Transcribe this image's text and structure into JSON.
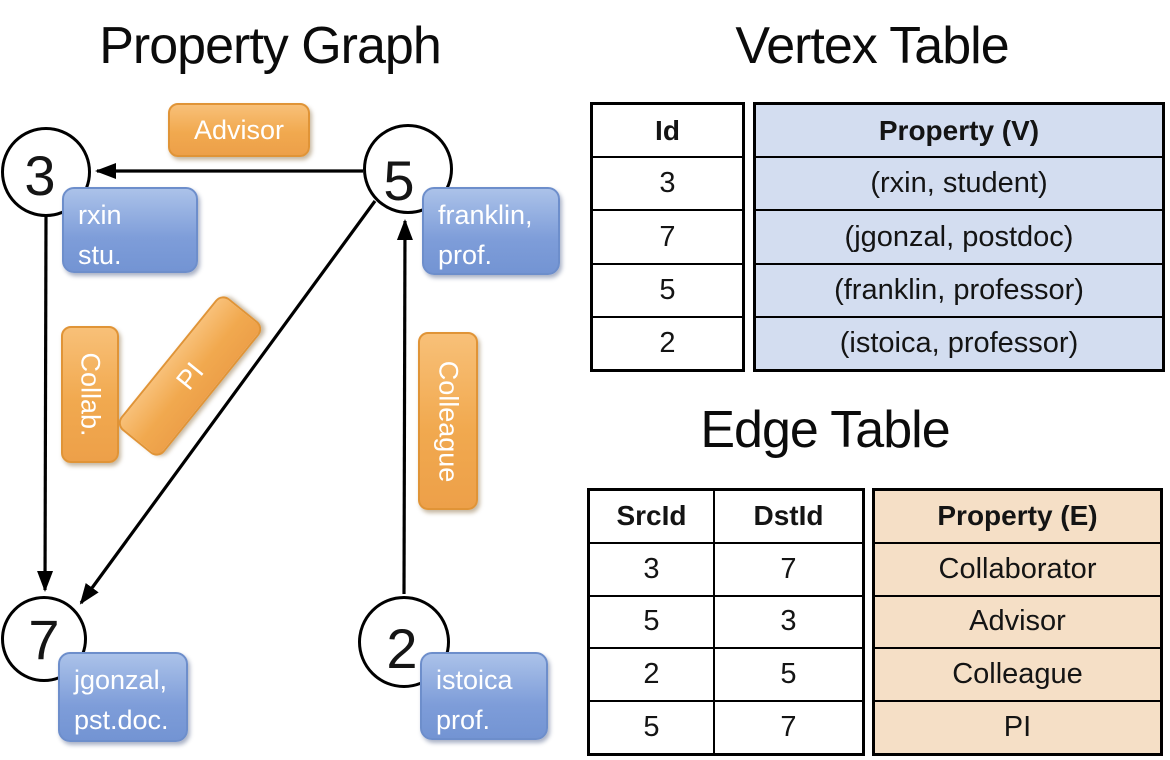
{
  "graph": {
    "title": "Property Graph",
    "nodes": [
      {
        "id": "3",
        "label_lines": [
          "rxin",
          "stu."
        ]
      },
      {
        "id": "5",
        "label_lines": [
          "franklin,",
          "prof."
        ]
      },
      {
        "id": "7",
        "label_lines": [
          "jgonzal,",
          "pst.doc."
        ]
      },
      {
        "id": "2",
        "label_lines": [
          "istoica",
          "prof."
        ]
      }
    ],
    "edge_labels": [
      {
        "name": "advisor",
        "text": "Advisor"
      },
      {
        "name": "collab",
        "text": "Collab."
      },
      {
        "name": "pi",
        "text": "PI"
      },
      {
        "name": "colleague",
        "text": "Colleague"
      }
    ]
  },
  "vertex_table": {
    "title": "Vertex Table",
    "columns": [
      "Id",
      "Property (V)"
    ],
    "rows": [
      [
        "3",
        "(rxin, student)"
      ],
      [
        "7",
        "(jgonzal, postdoc)"
      ],
      [
        "5",
        "(franklin, professor)"
      ],
      [
        "2",
        "(istoica, professor)"
      ]
    ]
  },
  "edge_table": {
    "title": "Edge Table",
    "columns": [
      "SrcId",
      "DstId",
      "Property (E)"
    ],
    "rows": [
      [
        "3",
        "7",
        "Collaborator"
      ],
      [
        "5",
        "3",
        "Advisor"
      ],
      [
        "2",
        "5",
        "Colleague"
      ],
      [
        "5",
        "7",
        "PI"
      ]
    ]
  },
  "colors": {
    "edge_label_fill": "#f1a94f",
    "vertex_label_fill": "#7e9dd9",
    "vertex_property_fill": "#d3ddf0",
    "edge_property_fill": "#f5dfc6",
    "line_color": "#000000"
  }
}
